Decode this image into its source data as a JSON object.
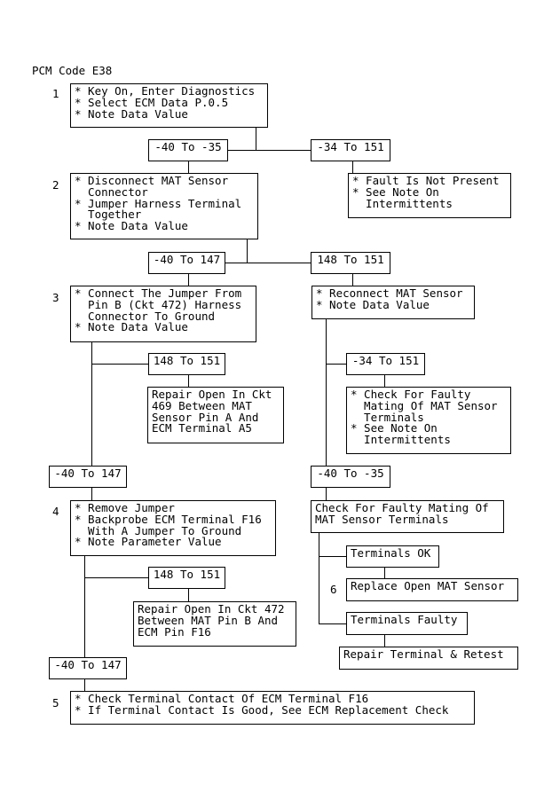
{
  "title": "PCM Code E38",
  "steps": {
    "s1": "1",
    "s2": "2",
    "s3": "3",
    "s4": "4",
    "s5": "5",
    "s6": "6"
  },
  "boxes": {
    "step1": "* Key On, Enter Diagnostics\n* Select ECM Data P.0.5\n* Note Data Value",
    "r1_left": "-40 To -35",
    "r1_right": "-34 To 151",
    "fault_not_present": "* Fault Is Not Present\n* See Note On\n  Intermittents",
    "step2": "* Disconnect MAT Sensor\n  Connector\n* Jumper Harness Terminal\n  Together\n* Note Data Value",
    "r2_left": "-40 To 147",
    "r2_right": "148 To 151",
    "step3": "* Connect The Jumper From\n  Pin B (Ckt 472) Harness\n  Connector To Ground\n* Note Data Value",
    "reconnect": "* Reconnect MAT Sensor\n* Note Data Value",
    "r3_left": "148 To 151",
    "repair_469": "Repair Open In Ckt\n469 Between MAT\nSensor Pin A And\nECM Terminal A5",
    "r3_right": "-34 To 151",
    "check_faulty_mating": "* Check For Faulty\n  Mating Of MAT Sensor\n  Terminals\n* See Note On\n  Intermittents",
    "r4_left": "-40 To 147",
    "r4_right": "-40 To -35",
    "step4": "* Remove Jumper\n* Backprobe ECM Terminal F16\n  With A Jumper To Ground\n* Note Parameter Value",
    "check_mating2": "Check For Faulty Mating Of\nMAT Sensor Terminals",
    "terminals_ok": "Terminals OK",
    "replace_sensor": "Replace Open MAT Sensor",
    "r5_left": "148 To 151",
    "repair_472": "Repair Open In Ckt 472\nBetween MAT Pin B And\nECM Pin F16",
    "terminals_faulty": "Terminals Faulty",
    "repair_terminal": "Repair Terminal & Retest",
    "r6_left": "-40 To 147",
    "step5": "* Check Terminal Contact Of ECM Terminal F16\n* If Terminal Contact Is Good, See ECM Replacement Check"
  }
}
